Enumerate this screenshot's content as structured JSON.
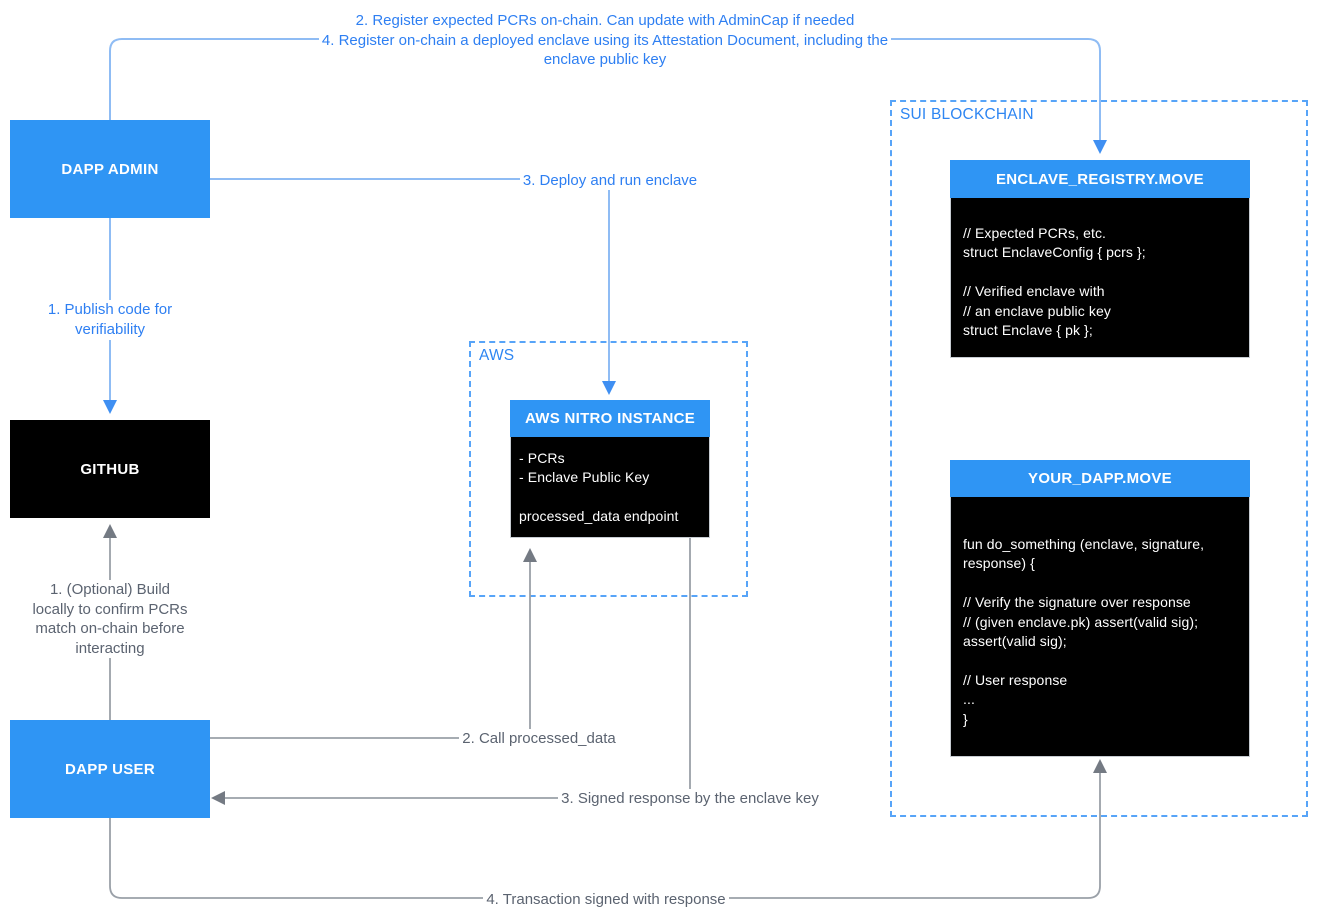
{
  "colors": {
    "node_blue": "#2F95F4",
    "node_black": "#000000",
    "line_blue": "#8FBCF4",
    "arrow_blue": "#3F8FF2",
    "line_gray": "#9AA0A8",
    "arrow_gray": "#747A83",
    "dashed_border_blue": "#57A4F8",
    "label_blue": "#2E7FF2",
    "label_gray": "#5B6370"
  },
  "top_flow": {
    "line1": "2. Register expected PCRs on-chain. Can update with AdminCap if needed",
    "line2": "4. Register on-chain a deployed enclave using its Attestation Document, including the",
    "line3": "enclave public key"
  },
  "groups": {
    "aws": {
      "label": "AWS"
    },
    "sui": {
      "label": "SUI BLOCKCHAIN"
    }
  },
  "nodes": {
    "dapp_admin": {
      "label": "DAPP ADMIN"
    },
    "github": {
      "label": "GITHUB"
    },
    "dapp_user": {
      "label": "DAPP USER"
    },
    "aws_nitro": {
      "title": "AWS NITRO INSTANCE",
      "lines": [
        "- PCRs",
        "- Enclave Public Key",
        "",
        "processed_data endpoint"
      ]
    },
    "enclave_registry": {
      "title": "ENCLAVE_REGISTRY.MOVE",
      "lines": [
        "// Expected PCRs, etc.",
        "struct EnclaveConfig { pcrs };",
        "",
        "// Verified enclave with",
        "// an enclave public key",
        "struct Enclave { pk };"
      ]
    },
    "your_dapp": {
      "title": "YOUR_DAPP.MOVE",
      "lines": [
        "fun do_something (enclave, signature,",
        "response) {",
        "",
        "// Verify the signature over response",
        "// (given enclave.pk) assert(valid sig);",
        "assert(valid sig);",
        "",
        "// User response",
        "...",
        "}"
      ]
    }
  },
  "edges": {
    "publish": "1. Publish code for verifiability",
    "deploy": "3. Deploy and run enclave",
    "optional_build": "1. (Optional) Build locally to confirm PCRs match on-chain before interacting",
    "call_processed": "2. Call processed_data",
    "signed_response": "3. Signed response by the enclave key",
    "transaction_signed": "4. Transaction signed with response"
  }
}
